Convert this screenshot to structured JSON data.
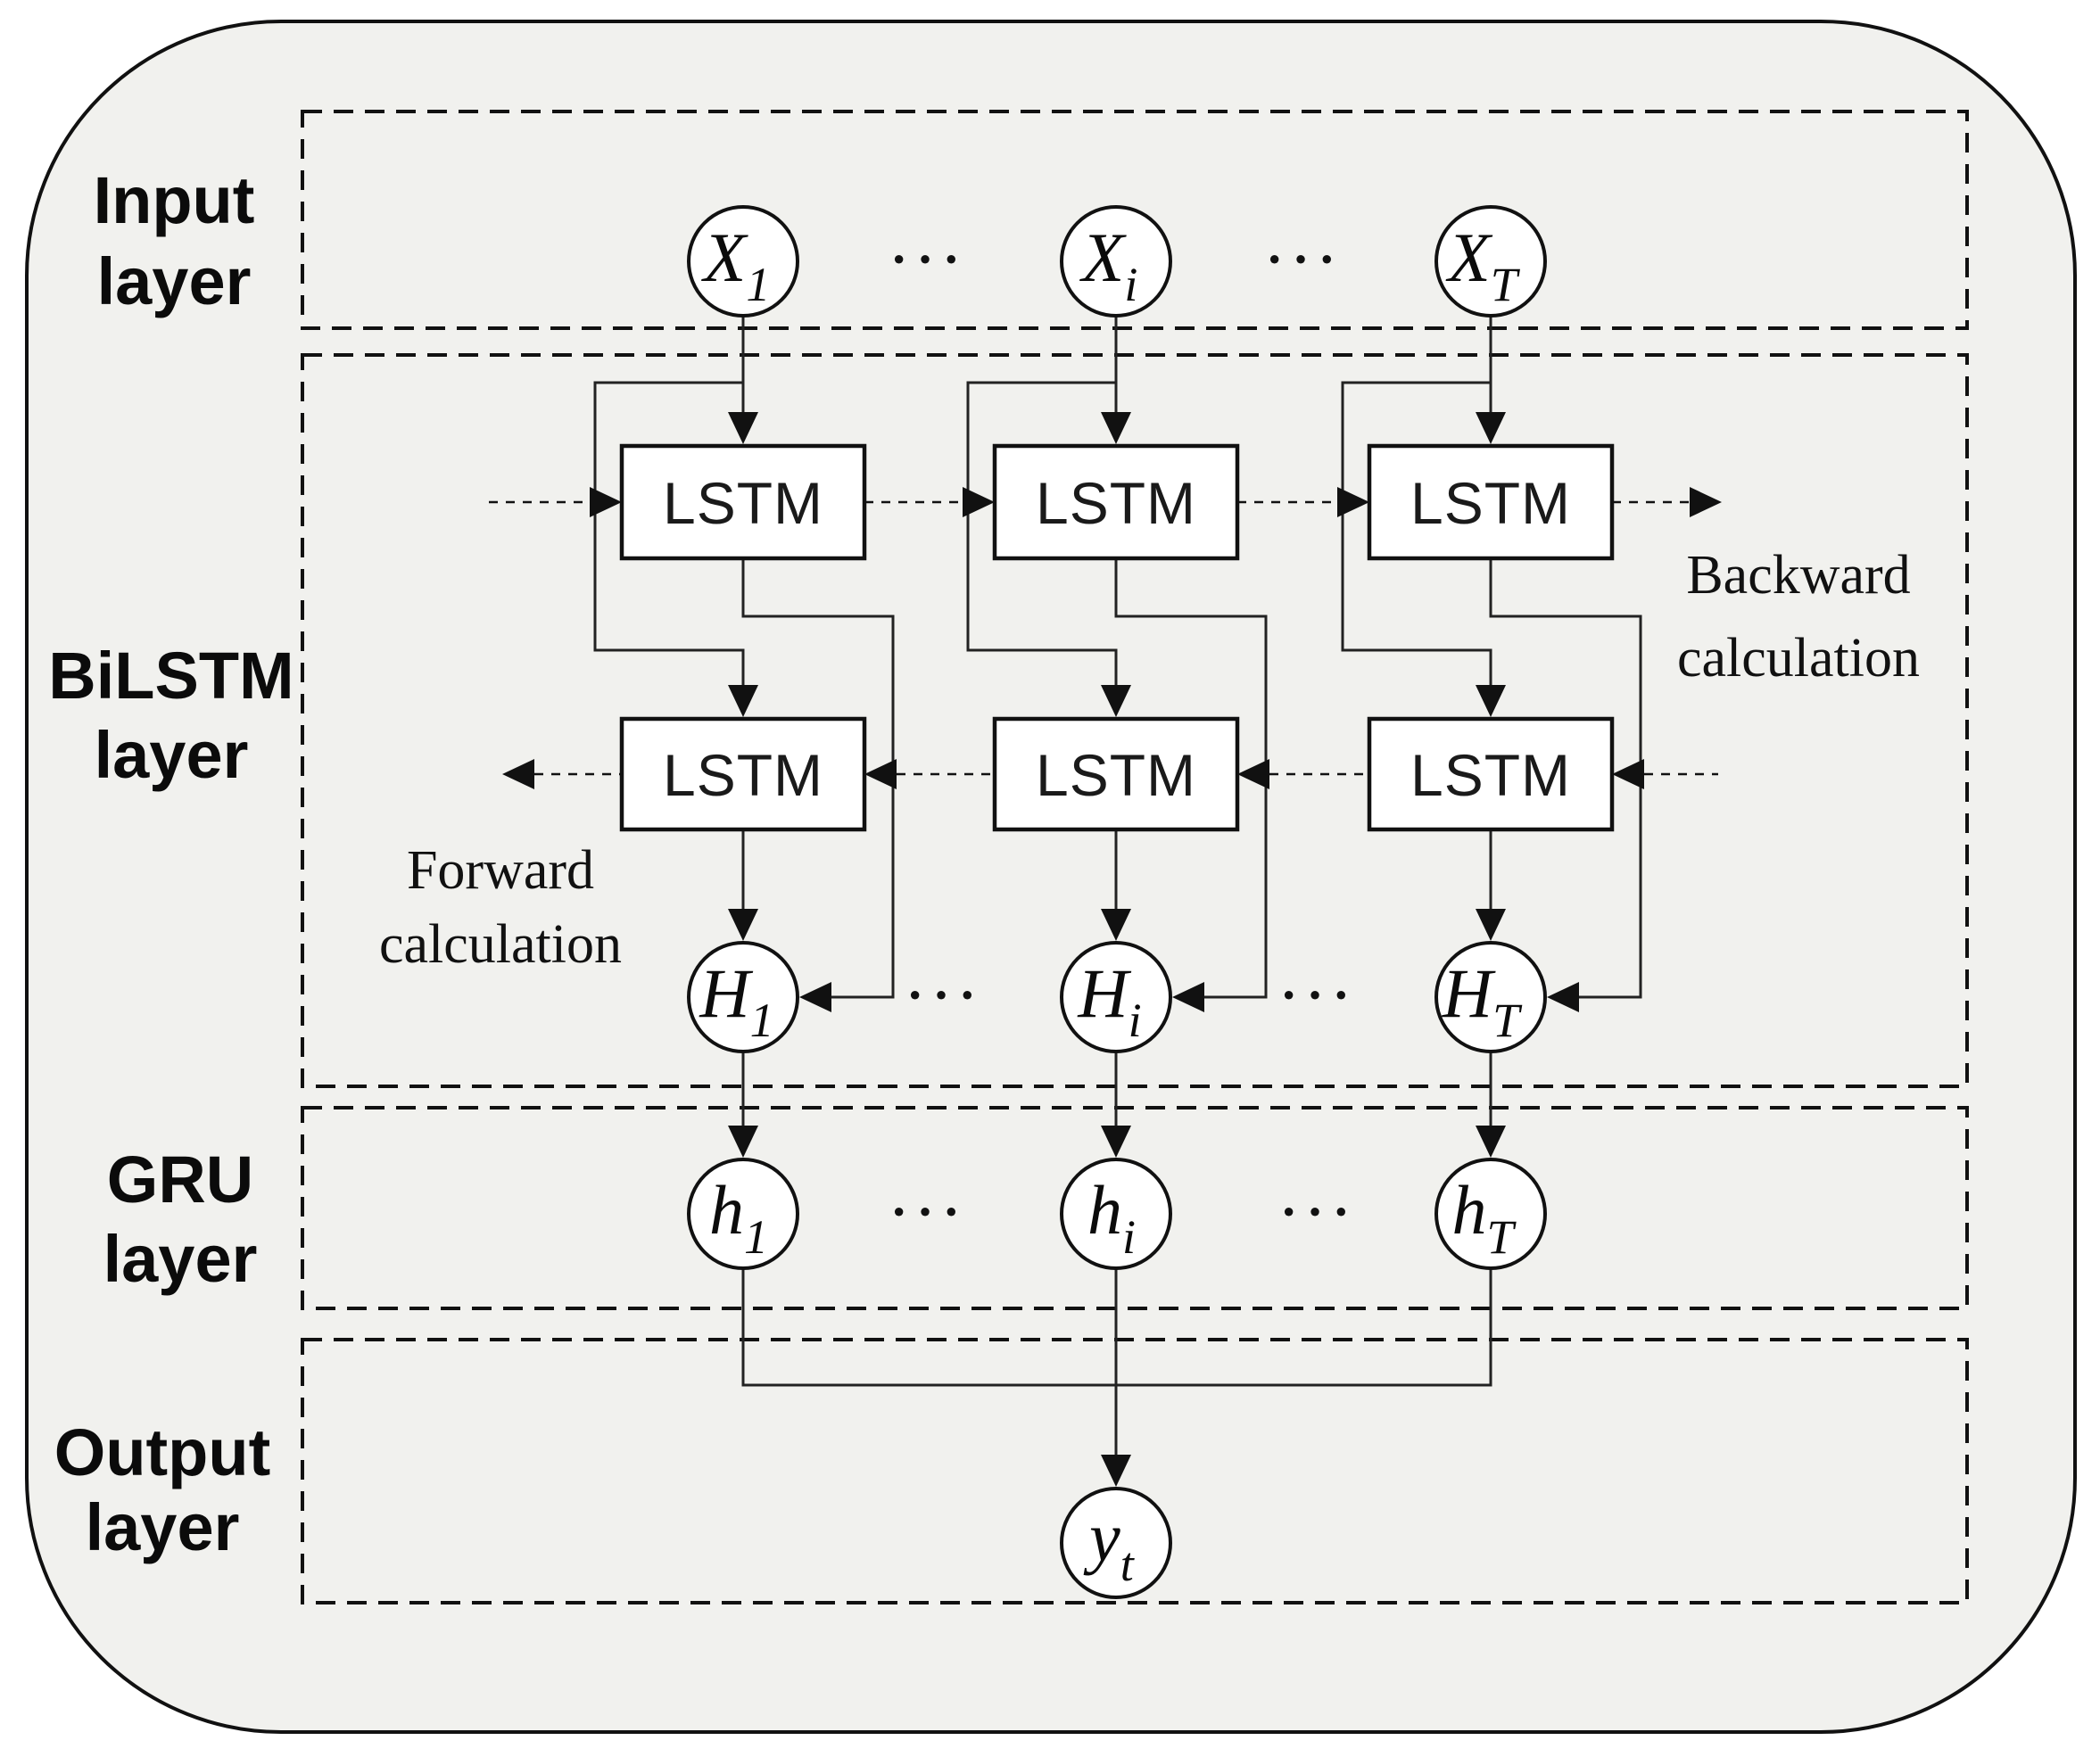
{
  "layers": {
    "input": {
      "line1": "Input",
      "line2": "layer"
    },
    "bilstm": {
      "line1": "BiLSTM",
      "line2": "layer"
    },
    "gru": {
      "line1": "GRU",
      "line2": "layer"
    },
    "output": {
      "line1": "Output",
      "line2": "layer"
    }
  },
  "nodes": {
    "x1": {
      "base": "X",
      "sub": "1"
    },
    "xi": {
      "base": "X",
      "sub": "i"
    },
    "xT": {
      "base": "X",
      "sub": "T"
    },
    "H1": {
      "base": "H",
      "sub": "1"
    },
    "Hi": {
      "base": "H",
      "sub": "i"
    },
    "HT": {
      "base": "H",
      "sub": "T"
    },
    "h1": {
      "base": "h",
      "sub": "1"
    },
    "hi": {
      "base": "h",
      "sub": "i"
    },
    "hT": {
      "base": "h",
      "sub": "T"
    },
    "yt": {
      "base": "y",
      "sub": "t"
    }
  },
  "blocks": {
    "lstm_label": "LSTM"
  },
  "annotations": {
    "backward_line1": "Backward",
    "backward_line2": "calculation",
    "forward_line1": "Forward",
    "forward_line2": "calculation"
  },
  "ellipsis": "···",
  "colors": {
    "canvas_bg": "#f1f1ee",
    "node_fill": "#ffffff",
    "line": "#111111"
  }
}
